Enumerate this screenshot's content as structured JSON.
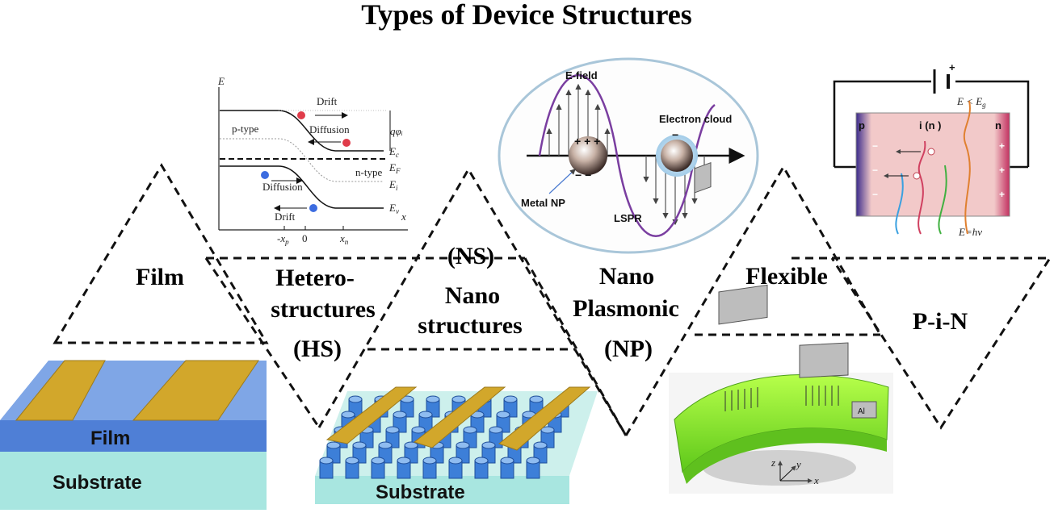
{
  "title": "Types of Device Structures",
  "categories": {
    "film": "Film",
    "hs": [
      "Hetero-",
      "structures",
      "(HS)"
    ],
    "ns": [
      "(NS)",
      "Nano",
      "structures"
    ],
    "np": [
      "Nano",
      "Plasmonic",
      "(NP)"
    ],
    "flex": "Flexible",
    "pin": "P-i-N"
  },
  "film_device": {
    "film_label": "Film",
    "substrate_label": "Substrate"
  },
  "ns_device": {
    "substrate_label": "Substrate"
  },
  "band_diagram": {
    "e_axis": "E",
    "x_axis": "x",
    "drift_top": "Drift",
    "diffusion_top": "Diffusion",
    "p_type": "p-type",
    "n_type": "n-type",
    "diffusion_bottom": "Diffusion",
    "drift_bottom": "Drift",
    "q_phi": "qφᵢ",
    "Ec": "E",
    "Ec_sub": "c",
    "Ef": "E",
    "Ef_sub": "F",
    "Ei": "E",
    "Ei_sub": "i",
    "Ev": "E",
    "Ev_sub": "v",
    "tick_xp": "-x",
    "tick_xp_sub": "p",
    "tick_0": "0",
    "tick_xn": "x",
    "tick_xn_sub": "n"
  },
  "plasmonic": {
    "e_field": "E-field",
    "electron_cloud": "Electron cloud",
    "metal_np": "Metal NP",
    "lspr": "LSPR"
  },
  "pin_diagram": {
    "plus": "+",
    "p_plus": "p",
    "i_region": "i",
    "i_sub": "(n )",
    "n_plus": "n",
    "e_lt_eg": "E < E",
    "eg_sub": "g",
    "e_hv": "E=hν"
  },
  "flexible": {
    "al": "Al",
    "ax_z": "z",
    "ax_y": "y",
    "ax_x": "x"
  },
  "colors": {
    "gold": "#d2a72b",
    "film_blue": "#4f7fd6",
    "substrate": "#a8e6e0",
    "flex_green": "#8bf03c"
  }
}
